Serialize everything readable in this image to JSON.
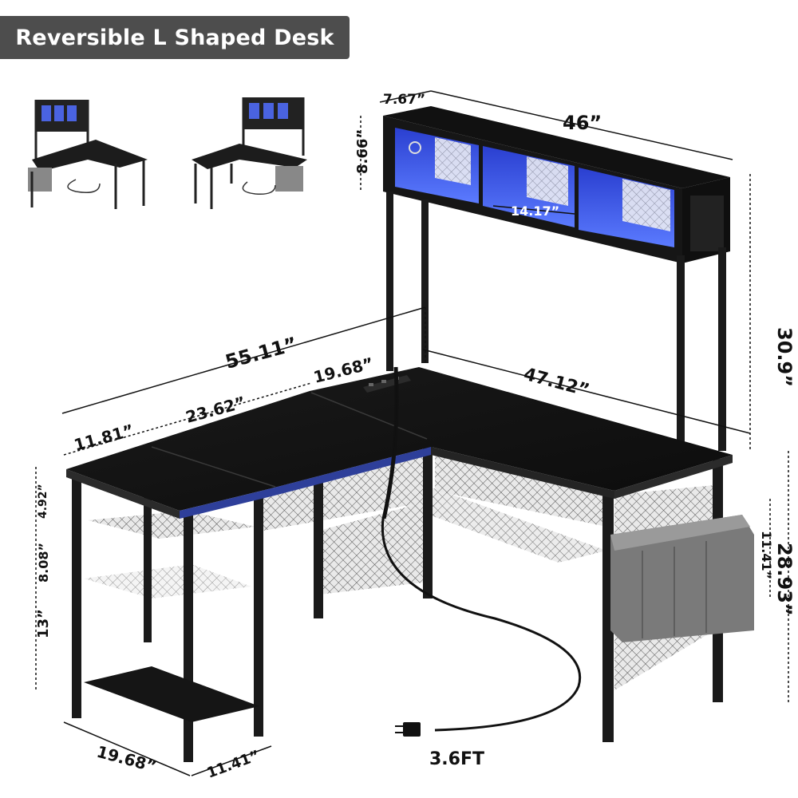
{
  "title": "Reversible L Shaped Desk",
  "colors": {
    "badge": "#4d4d4d",
    "desk": "#161616",
    "led": "#2f4bd6",
    "storage_bag": "#7a7a7a"
  },
  "icons": [
    "left-configuration-thumbnail",
    "right-configuration-thumbnail",
    "power-outlet-icon",
    "plug-icon"
  ],
  "dimensions": {
    "hutch_depth": "7.67”",
    "hutch_width": "46”",
    "hutch_height": "8.66”",
    "cubby_width": "14.17”",
    "hutch_total_height": "30.9”",
    "total_length": "55.11”",
    "desk_depth": "19.68”",
    "long_side": "47.12”",
    "mid_section": "23.62”",
    "shelf_section": "11.81”",
    "top_gap": "4.92”",
    "shelf_gap": "8.08”",
    "bottom_gap": "13”",
    "bag_height": "11.41”",
    "desk_height": "28.93”",
    "base_depth": "19.68”",
    "base_width": "11.41”",
    "cable_length": "3.6FT"
  }
}
